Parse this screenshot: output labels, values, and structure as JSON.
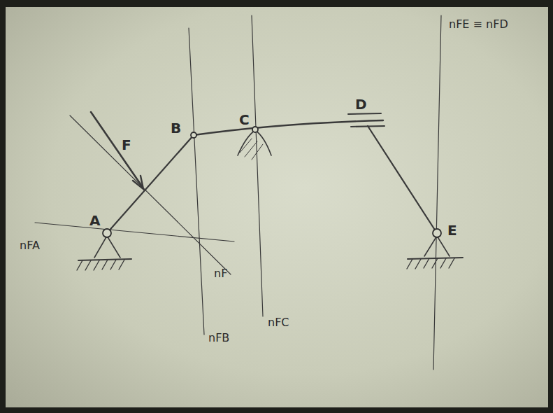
{
  "diagram": {
    "labels": [
      "F",
      "B",
      "C",
      "D",
      "A",
      "E",
      "nFA",
      "nF",
      "nFB",
      "nFC",
      "nFE ≡ nFD"
    ]
  }
}
